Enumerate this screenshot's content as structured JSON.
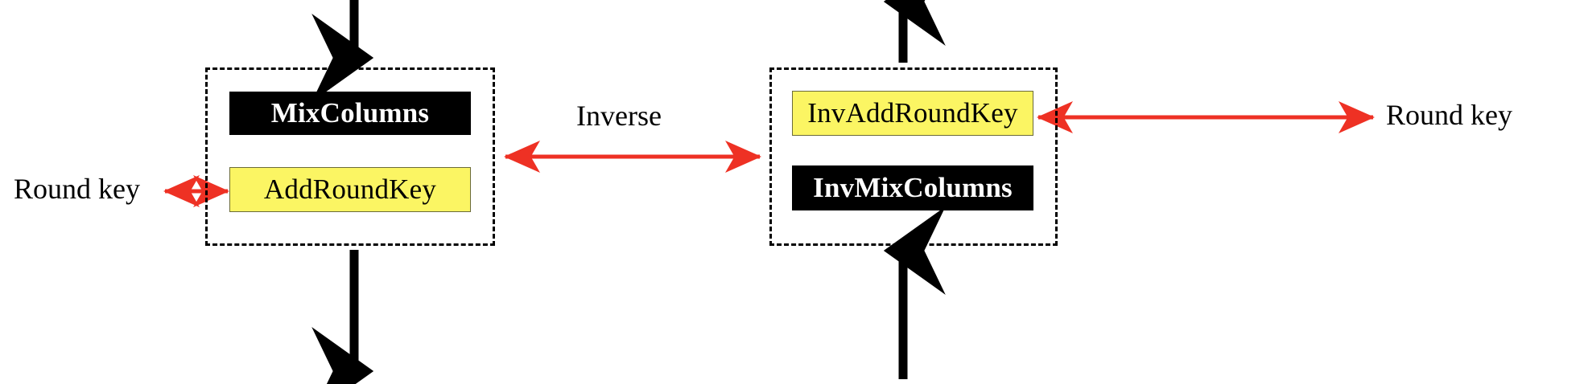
{
  "diagram": {
    "title_hint": "AES round operation and its inverse",
    "colors": {
      "arrow_red": "#EE3124",
      "key_box_yellow": "#FBF563",
      "op_box_black": "#000000",
      "border_dashed": "#000000",
      "background": "#FFFFFF"
    },
    "encryption_round": {
      "name": "encryption-round-container",
      "operations": [
        {
          "label": "MixColumns",
          "style": "dark"
        },
        {
          "label": "AddRoundKey",
          "style": "key"
        }
      ],
      "input_arrow": "down-arrow-into-top",
      "output_arrow": "down-arrow-out-of-bottom",
      "key_input_label": "Round key"
    },
    "decryption_round": {
      "name": "decryption-round-container",
      "operations": [
        {
          "label": "InvAddRoundKey",
          "style": "key"
        },
        {
          "label": "InvMixColumns",
          "style": "dark"
        }
      ],
      "input_arrow": "up-arrow-into-bottom",
      "output_arrow": "up-arrow-out-of-top",
      "key_input_label": "Round key"
    },
    "connector": {
      "label": "Inverse",
      "style": "bidirectional-red-arrow"
    }
  }
}
